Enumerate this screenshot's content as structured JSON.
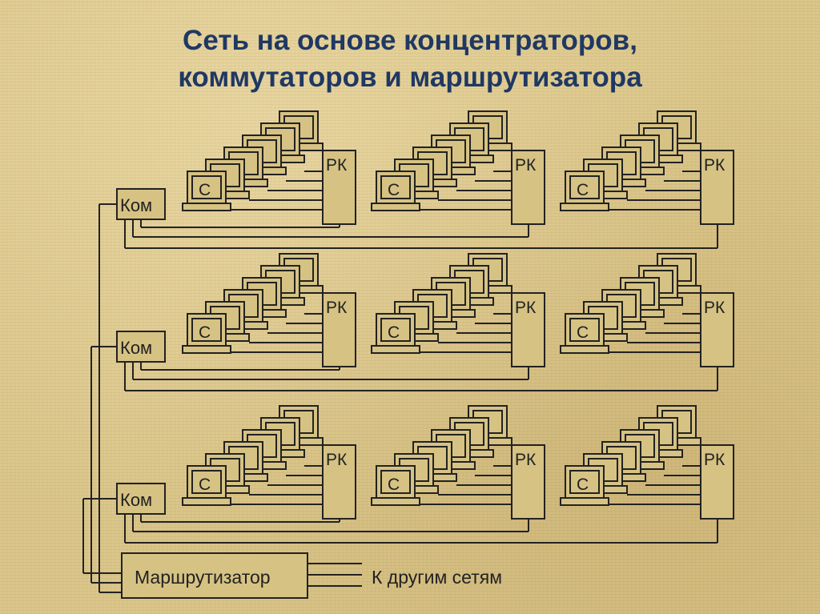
{
  "title": {
    "line1": "Сеть на основе концентраторов,",
    "line2": "коммутаторов и маршрутизатора"
  },
  "labels": {
    "computer": "С",
    "hub": "РК",
    "switch": "Ком",
    "router": "Маршрутизатор",
    "other_networks": "К другим сетям"
  },
  "diagram": {
    "rows": 3,
    "groups_per_row": 3,
    "computers_per_group": 6
  }
}
